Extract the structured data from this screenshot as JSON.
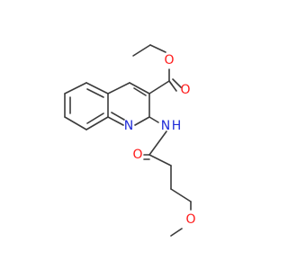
{
  "atoms": {
    "o_ester_single": "O",
    "o_ester_double": "O",
    "n_ring": "N",
    "n_amide": "N",
    "h_amide": "H",
    "o_amide": "O",
    "o_methoxy": "O"
  },
  "colors": {
    "bond": "#3b3b3b",
    "oxygen": "#ff1a1a",
    "nitrogen": "#1f2bd8",
    "background": "#ffffff"
  }
}
